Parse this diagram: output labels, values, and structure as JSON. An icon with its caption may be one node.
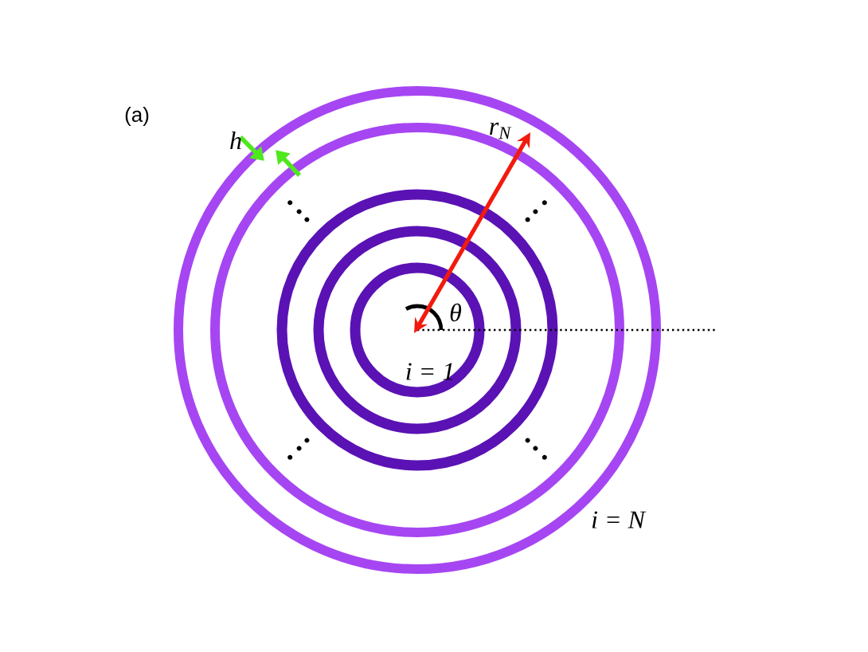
{
  "diagram": {
    "labels": [
      "(a)",
      "h",
      "r$_{N}$",
      "θ",
      "i = 1",
      "i = N"
    ]
  }
}
